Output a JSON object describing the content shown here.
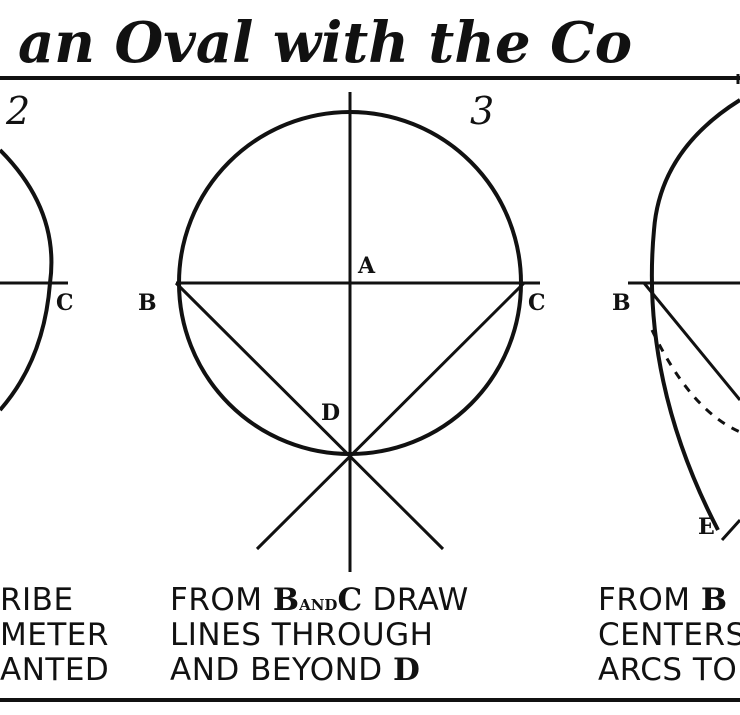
{
  "header": {
    "title": "an Oval with the Co"
  },
  "panels": {
    "left": {
      "step_number": "2",
      "point_c": "C",
      "caption_lines": [
        "RIBE",
        "METER",
        "ANTED"
      ]
    },
    "middle": {
      "step_number": "3",
      "point_a": "A",
      "point_b": "B",
      "point_c": "C",
      "point_d": "D",
      "caption_line1": {
        "prefix": "FROM ",
        "b": "B",
        "and": "AND",
        "c": "C",
        "suffix": " DRAW"
      },
      "caption_line2": "LINES THROUGH",
      "caption_line3": {
        "prefix": "AND BEYOND ",
        "d": "D"
      }
    },
    "right": {
      "point_b": "B",
      "point_e": "E",
      "caption_line1": {
        "prefix": "FROM ",
        "b": "B"
      },
      "caption_line2": "CENTERS",
      "caption_line3": "ARCS TO"
    }
  }
}
